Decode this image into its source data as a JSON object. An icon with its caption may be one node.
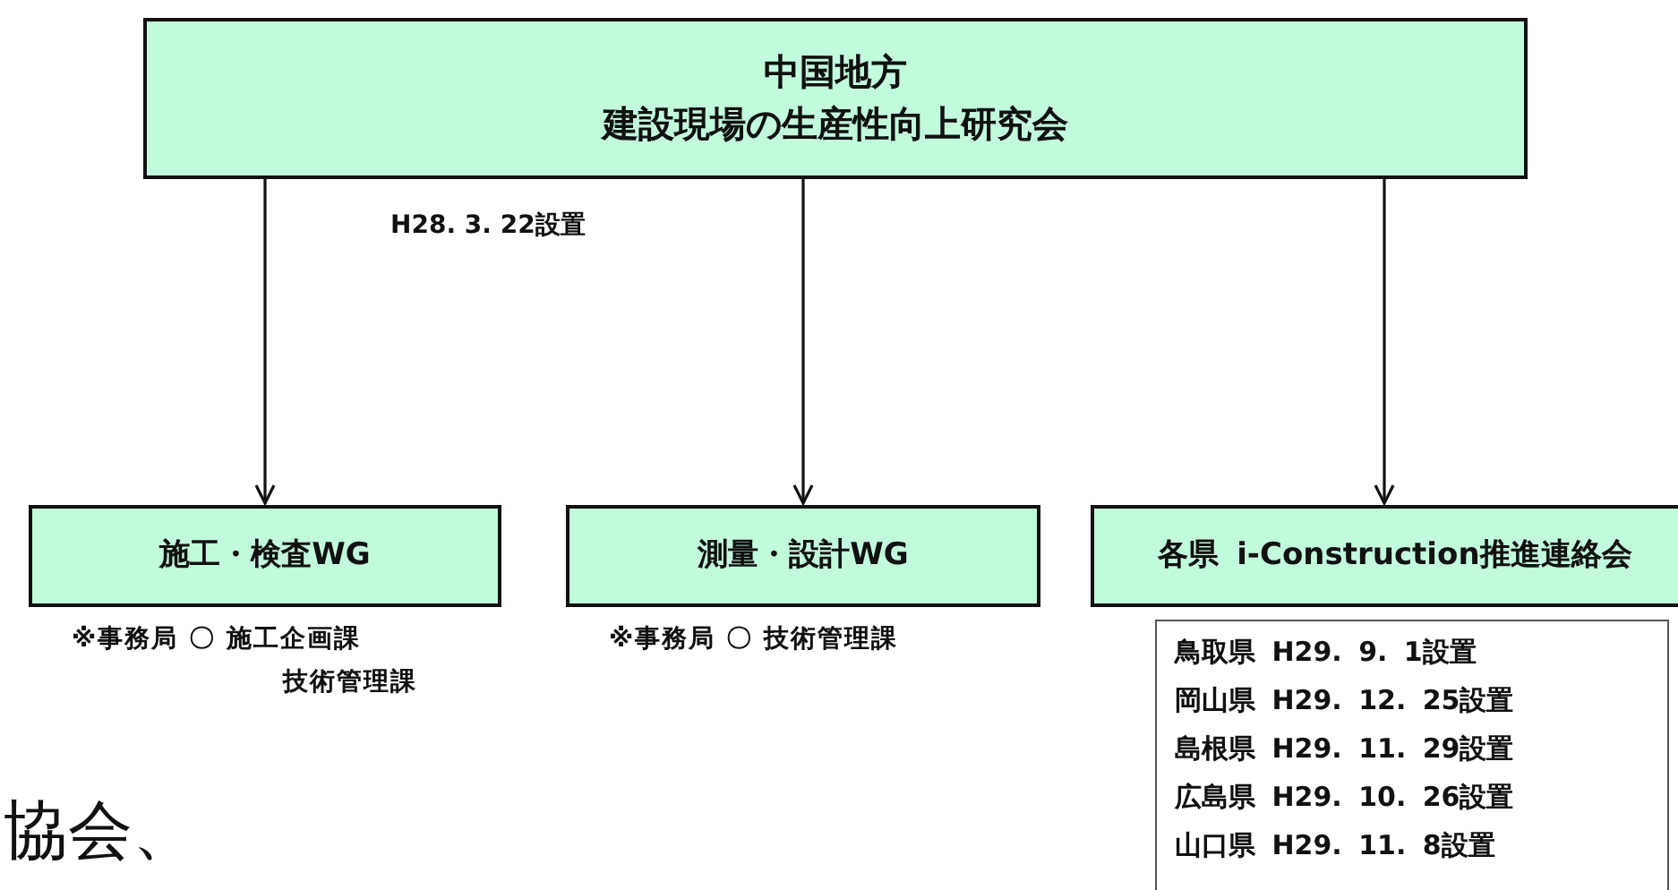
{
  "diagram": {
    "nodes": [
      {
        "text": [
          "中国地方",
          "建設現場の生産性向上研究会"
        ]
      },
      {
        "text": [
          "施工・検査WG"
        ],
        "beside": [
          "※事務局 〇 施工企画課",
          "技術管理課"
        ]
      },
      {
        "text": [
          "測量・設計WG"
        ],
        "beside": [
          "※事務局 〇 技術管理課"
        ]
      },
      {
        "text": [
          "各県 i-Construction推進連絡会"
        ]
      },
      {
        "text": [
          "鳥取県 H29. 9. 1設置",
          "岡山県 H29. 12. 25設置",
          "島根県 H29. 11. 29設置",
          "広島県 H29. 10. 26設置",
          "山口県 H29. 11. 8設置"
        ]
      }
    ],
    "edges": [
      {
        "from": 0,
        "to": 1,
        "arrow": "to"
      },
      {
        "from": 0,
        "to": 2,
        "arrow": "to"
      },
      {
        "from": 0,
        "to": 3,
        "arrow": "to"
      }
    ],
    "labels": [
      "H28. 3. 22設置",
      "協会、"
    ]
  }
}
